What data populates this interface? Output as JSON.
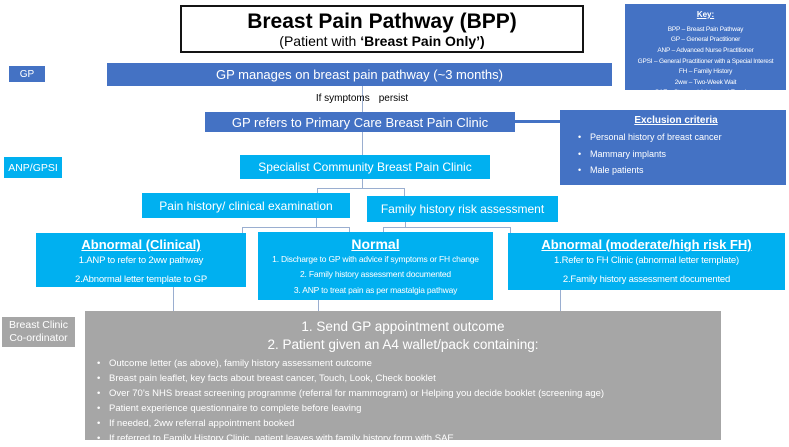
{
  "title": {
    "main": "Breast Pain Pathway (BPP)",
    "subtitle_prefix": "(Patient  with ",
    "subtitle_bold": "‘Breast Pain Only’)"
  },
  "key": {
    "heading": "Key:",
    "lines": [
      "BPP – Breast Pain Pathway",
      "GP – General Practitioner",
      "ANP – Advanced Nurse Practitioner",
      "GPSI – General Practitioner with a Special Interest",
      "FH – Family History",
      "2ww – Two-Week Wait",
      "SAE – Stamped Addressed Envelope"
    ]
  },
  "labels": {
    "gp": "GP",
    "anp_gpsi": "ANP/GPSI",
    "coordinator_line1": "Breast Clinic",
    "coordinator_line2": "Co-ordinator"
  },
  "flow": {
    "manages": "GP manages on breast pain pathway  (~3 months)",
    "if_symptoms_word1": "If symptoms",
    "if_symptoms_word2": "persist",
    "refers": "GP refers to Primary Care Breast Pain Clinic",
    "specialist": "Specialist Community Breast Pain Clinic",
    "pain_history": "Pain history/ clinical examination",
    "family_history": "Family history risk assessment"
  },
  "exclusion": {
    "heading": "Exclusion criteria",
    "items": [
      "Personal history of breast cancer",
      "Mammary implants",
      "Male patients"
    ]
  },
  "outcomes": {
    "abnormal_clinical": {
      "heading": "Abnormal (Clinical)",
      "items": [
        "1.ANP to refer to 2ww pathway",
        "2.Abnormal letter template to GP"
      ]
    },
    "normal": {
      "heading": "Normal",
      "items": [
        "1. Discharge to GP with advice  if symptoms or FH change",
        "2. Family history assessment documented",
        "3. ANP to treat pain as per mastalgia pathway"
      ]
    },
    "abnormal_fh": {
      "heading": "Abnormal  (moderate/high risk FH)",
      "items": [
        "1.Refer to FH Clinic (abnormal letter template)",
        "2.Family history assessment documented"
      ]
    }
  },
  "coordinator_panel": {
    "heading1": "1. Send GP appointment outcome",
    "heading2": "2. Patient given an A4 wallet/pack containing:",
    "bullets": [
      "Outcome letter (as above), family history assessment  outcome",
      "Breast pain leaflet, key facts about breast cancer, Touch, Look, Check booklet",
      "Over 70’s NHS breast screening programme (referral for mammogram) or Helping  you decide booklet (screening age)",
      "Patient experience questionnaire to complete before leaving",
      "If needed, 2ww referral appointment booked",
      "If referred to Family History  Clinic, patient leaves with family history form with SAE"
    ]
  },
  "colors": {
    "blue": "#4472C4",
    "cyan": "#00B0F0",
    "gray": "#A6A6A6",
    "connector": "#9AAED0"
  }
}
